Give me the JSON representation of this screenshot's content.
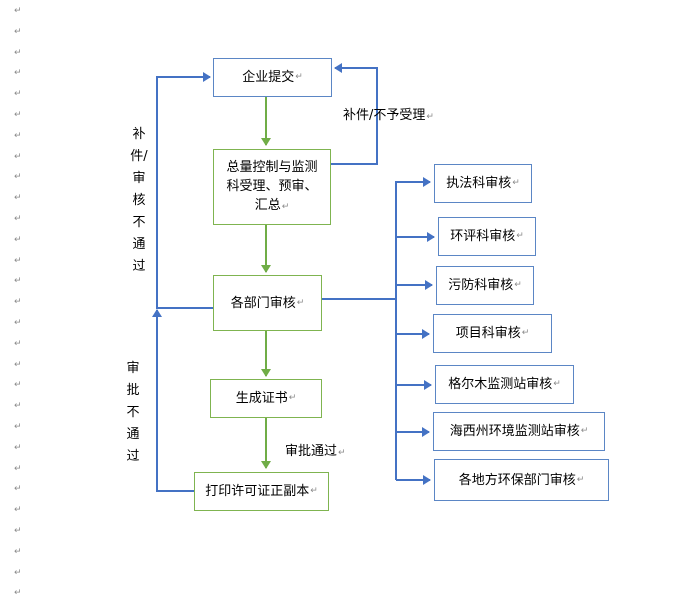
{
  "diagram": {
    "nodes": {
      "enterprise_submit": "企业提交",
      "total_control_dept": "总量控制与监测科受理、预审、汇总",
      "dept_review": "各部门审核",
      "generate_cert": "生成证书",
      "print_permit": "打印许可证正副本"
    },
    "review_nodes": [
      "执法科审核",
      "环评科审核",
      "污防科审核",
      "项目科审核",
      "格尔木监测站审核",
      "海西州环境监测站审核",
      "各地方环保部门审核"
    ],
    "labels": {
      "supplement_reject": "补件/不予受理",
      "supplement_review_fail": "补件/审核不通过",
      "approval_fail": "审批不通过",
      "approval_pass": "审批通过"
    }
  },
  "paragraph_mark": "↵",
  "colors": {
    "green_arrow": "#70ad47",
    "blue_arrow": "#4472c4"
  }
}
